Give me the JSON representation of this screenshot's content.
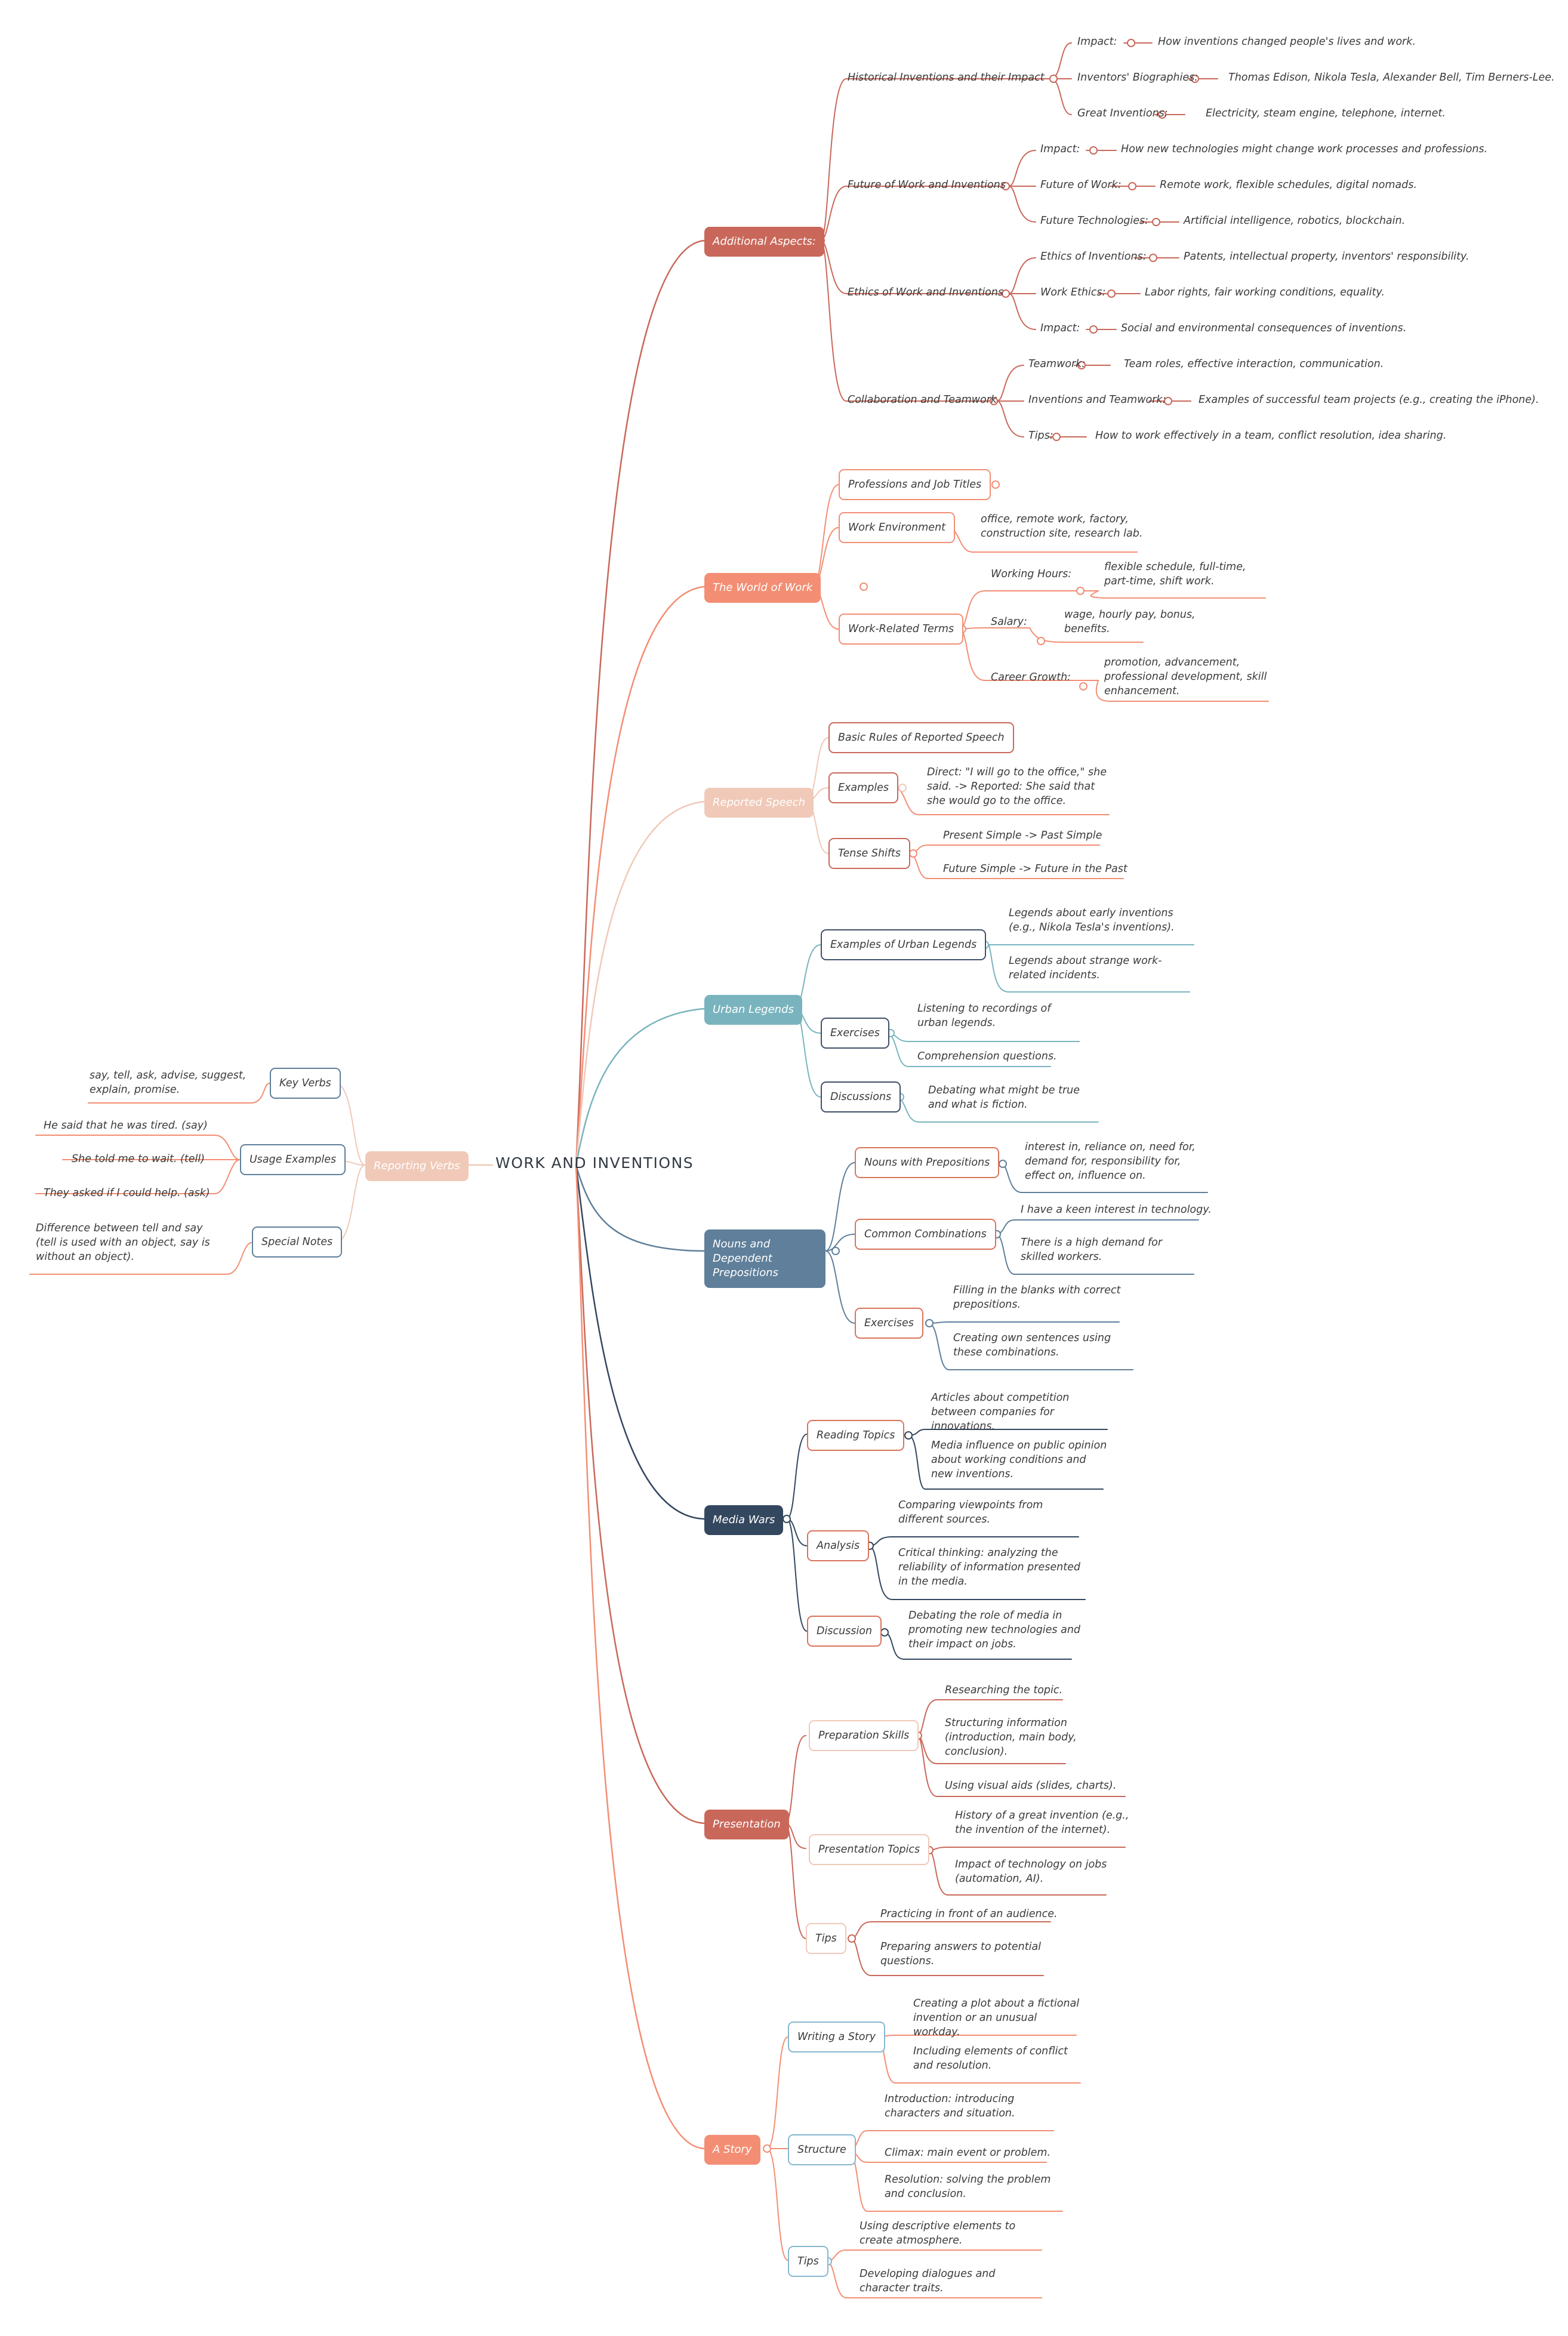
{
  "colors": {
    "coral_dark": "#c9685a",
    "coral": "#f38e74",
    "peach": "#f0c9b8",
    "teal": "#79b4be",
    "slate": "#5f7f9a",
    "navy": "#33475f",
    "node_border_orange": "#d9735b",
    "node_border_navy": "#3f5068",
    "node_border_blue": "#86b7cf"
  },
  "root": {
    "title": "WORK AND INVENTIONS"
  },
  "additional": {
    "label": "Additional Aspects:",
    "historical": {
      "label": "Historical Inventions and their Impact",
      "impact_k": "Impact:",
      "impact_v": "How inventions changed people's lives and work.",
      "bio_k": "Inventors' Biographies:",
      "bio_v": "Thomas Edison, Nikola Tesla, Alexander Bell, Tim Berners-Lee.",
      "great_k": "Great Inventions:",
      "great_v": "Electricity, steam engine, telephone, internet."
    },
    "future": {
      "label": "Future of Work and Inventions",
      "impact_k": "Impact:",
      "impact_v": "How new technologies might change work processes and professions.",
      "fow_k": "Future of Work:",
      "fow_v": "Remote work, flexible schedules, digital nomads.",
      "tech_k": "Future Technologies:",
      "tech_v": "Artificial intelligence, robotics, blockchain."
    },
    "ethics": {
      "label": "Ethics of Work and Inventions",
      "eoi_k": "Ethics of Inventions:",
      "eoi_v": "Patents, intellectual property, inventors' responsibility.",
      "we_k": "Work Ethics:",
      "we_v": "Labor rights, fair working conditions, equality.",
      "impact_k": "Impact:",
      "impact_v": "Social and environmental consequences of inventions."
    },
    "collab": {
      "label": "Collaboration and Teamwork",
      "tw_k": "Teamwork:",
      "tw_v": "Team roles, effective interaction, communication.",
      "it_k": "Inventions and Teamwork:",
      "it_v": "Examples of successful team projects (e.g., creating the iPhone).",
      "tips_k": "Tips:",
      "tips_v": "How to work effectively in a team, conflict resolution, idea sharing."
    }
  },
  "world": {
    "label": "The World of Work",
    "professions": "Professions and Job Titles",
    "env_label": "Work Environment",
    "env_value": "office, remote work, factory, construction site, research lab.",
    "terms_label": "Work-Related Terms",
    "hours_k": "Working Hours:",
    "hours_v": "flexible schedule, full-time, part-time, shift work.",
    "salary_k": "Salary:",
    "salary_v": "wage, hourly pay, bonus, benefits.",
    "career_k": "Career Growth:",
    "career_v": "promotion, advancement, professional development, skill enhancement."
  },
  "reported": {
    "label": "Reported Speech",
    "rules": "Basic Rules of Reported Speech",
    "examples_label": "Examples",
    "examples_v": "Direct: \"I will go to the office,\" she said. -> Reported: She said that she would go to the office.",
    "tense_label": "Tense Shifts",
    "tense_1": "Present Simple -> Past Simple",
    "tense_2": "Future Simple -> Future in the Past"
  },
  "urban": {
    "label": "Urban Legends",
    "examples_label": "Examples of Urban Legends",
    "ex_1": "Legends about early inventions (e.g., Nikola Tesla's inventions).",
    "ex_2": "Legends about strange work-related incidents.",
    "exercises_label": "Exercises",
    "exe_1": "Listening to recordings of urban legends.",
    "exe_2": "Comprehension questions.",
    "disc_label": "Discussions",
    "disc_1": "Debating what might be true and what is fiction."
  },
  "nouns": {
    "label": "Nouns and Dependent Prepositions",
    "nwp_label": "Nouns with Prepositions",
    "nwp_v": "interest in, reliance on, need for, demand for, responsibility for, effect on, influence on.",
    "cc_label": "Common Combinations",
    "cc_1": "I have a keen interest in technology.",
    "cc_2": "There is a high demand for skilled workers.",
    "ex_label": "Exercises",
    "ex_1": "Filling in the blanks with correct prepositions.",
    "ex_2": "Creating own sentences using these combinations."
  },
  "media": {
    "label": "Media Wars",
    "reading_label": "Reading Topics",
    "r_1": "Articles about competition between companies for innovations.",
    "r_2": "Media influence on public opinion about working conditions and new inventions.",
    "analysis_label": "Analysis",
    "a_1": "Comparing viewpoints from different sources.",
    "a_2": "Critical thinking: analyzing the reliability of information presented in the media.",
    "disc_label": "Discussion",
    "d_1": "Debating the role of media in promoting new technologies and their impact on jobs."
  },
  "presentation": {
    "label": "Presentation",
    "prep_label": "Preparation Skills",
    "p_1": "Researching the topic.",
    "p_2": "Structuring information (introduction, main body, conclusion).",
    "p_3": "Using visual aids (slides, charts).",
    "topics_label": "Presentation Topics",
    "t_1": "History of a great invention (e.g., the invention of the internet).",
    "t_2": "Impact of technology on jobs (automation, AI).",
    "tips_label": "Tips",
    "tip_1": "Practicing in front of an audience.",
    "tip_2": "Preparing answers to potential questions."
  },
  "story": {
    "label": "A Story",
    "writing_label": "Writing a Story",
    "w_1": "Creating a plot about a fictional invention or an unusual workday.",
    "w_2": "Including elements of conflict and resolution.",
    "structure_label": "Structure",
    "s_1": "Introduction: introducing characters and situation.",
    "s_2": "Climax: main event or problem.",
    "s_3": "Resolution: solving the problem and conclusion.",
    "tips_label": "Tips",
    "tip_1": "Using descriptive elements to create atmosphere.",
    "tip_2": "Developing dialogues and character traits."
  },
  "verbs": {
    "label": "Reporting Verbs",
    "key_label": "Key Verbs",
    "key_v": "say, tell, ask, advise, suggest, explain, promise.",
    "usage_label": "Usage Examples",
    "u_1": "He said that he was tired. (say)",
    "u_2": "She told me to wait. (tell)",
    "u_3": "They asked if I could help. (ask)",
    "notes_label": "Special Notes",
    "notes_v": "Difference between tell and say (tell is used with an object, say is without an object)."
  }
}
